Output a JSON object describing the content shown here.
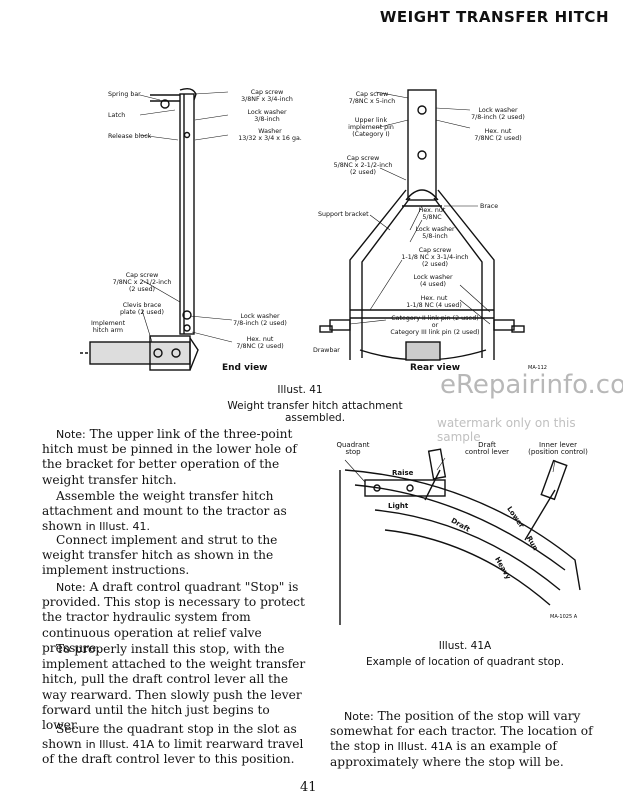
{
  "header": {
    "title": "WEIGHT TRANSFER HITCH"
  },
  "end_view": {
    "labels": {
      "spring_bar": "Spring bar",
      "latch": "Latch",
      "release_block": "Release block",
      "cap_screw_1": "Cap screw",
      "cap_screw_1b": "3/8NF x 3/4-inch",
      "lock_washer_1": "Lock washer",
      "lock_washer_1b": "3/8-inch",
      "washer": "Washer",
      "washer_b": "13/32 x 3/4 x 16 ga.",
      "cap_screw_2": "Cap screw",
      "cap_screw_2b": "7/8NC x 2-1/2-inch",
      "cap_screw_2c": "(2 used)",
      "clevis": "Clevis brace",
      "clevis_b": "plate (2 used)",
      "impl_arm": "Implement",
      "impl_arm_b": "hitch arm",
      "lock_washer_2": "Lock washer",
      "lock_washer_2b": "7/8-inch (2 used)",
      "hex_nut_1": "Hex. nut",
      "hex_nut_1b": "7/8NC (2 used)",
      "title": "End view"
    }
  },
  "rear_view": {
    "labels": {
      "cap_screw_a": "Cap screw",
      "cap_screw_ab": "7/8NC x 5-inch",
      "upper_link": "Upper link",
      "upper_link_b": "implement pin",
      "upper_link_c": "(Category I)",
      "lock_washer_a": "Lock washer",
      "lock_washer_ab": "7/8-inch (2 used)",
      "hex_nut_a": "Hex. nut",
      "hex_nut_ab": "7/8NC (2 used)",
      "cap_screw_b": "Cap screw",
      "cap_screw_bb": "5/8NC x 2-1/2-inch",
      "cap_screw_bc": "(2 used)",
      "brace": "Brace",
      "hex_nut_b": "Hex. nut",
      "hex_nut_bb": "5/8NC",
      "support_bracket": "Support bracket",
      "lock_washer_b": "Lock washer",
      "lock_washer_bb": "5/8-inch",
      "cap_screw_c": "Cap screw",
      "cap_screw_cb": "1-1/8 NC x 3-1/4-inch",
      "cap_screw_cc": "(2 used)",
      "lock_washer_c": "Lock washer",
      "lock_washer_cb": "(4 used)",
      "hex_nut_c": "Hex. nut",
      "hex_nut_cb": "1-1/8 NC (4 used)",
      "cat2": "Category II link pin (2 used)",
      "or": "or",
      "cat3": "Category III link pin (2 used)",
      "drawbar": "Drawbar",
      "title": "Rear view",
      "code": "MA-112"
    }
  },
  "illust41": {
    "number": "Illust. 41",
    "caption": "Weight transfer hitch attachment assembled."
  },
  "watermark": {
    "main": "eRepairinfo.com",
    "sub": "watermark only on this sample"
  },
  "left_text": {
    "p1_note": "Note:",
    "p1": "The upper link of the three-point hitch must be pinned in the lower hole of the bracket for better operation of the weight transfer hitch.",
    "p2a": "Assemble the weight transfer hitch attachment and mount to the tractor as shown",
    "p2ref": "in Illust. 41.",
    "p3": "Connect implement and strut to the weight transfer hitch as shown in the implement instructions.",
    "p4_note": "Note:",
    "p4": "A draft control quadrant \"Stop\" is provided. This stop is necessary to protect the tractor hydraulic system from continuous operation at relief valve pressure.",
    "p5": "To properly install this stop, with the implement attached to the weight transfer hitch, pull the draft control lever all the way rearward. Then slowly push the lever forward until the hitch just begins to lower.",
    "p6a": "Secure the quadrant stop in the slot as shown",
    "p6ref": "in Illust. 41A",
    "p6b": "to limit rearward travel of the draft control lever to this position."
  },
  "quadrant": {
    "labels": {
      "quadrant_stop": "Quadrant",
      "quadrant_stop_b": "stop",
      "draft_lever": "Draft",
      "draft_lever_b": "control lever",
      "inner_lever": "Inner lever",
      "inner_lever_b": "(position control)",
      "raise": "Raise",
      "light": "Light",
      "draft": "Draft",
      "lower": "Lower",
      "run": "Run",
      "heavy": "Heavy",
      "code": "MA-1025 A"
    }
  },
  "illust41a": {
    "number": "Illust. 41A",
    "caption": "Example of location of quadrant stop."
  },
  "right_note": {
    "note": "Note:",
    "text_a": "The position of the stop will vary somewhat for each tractor. The location of the stop",
    "ref": "in Illust. 41A",
    "text_b": "is an example of approximately where the stop will be."
  },
  "page_number": "41"
}
